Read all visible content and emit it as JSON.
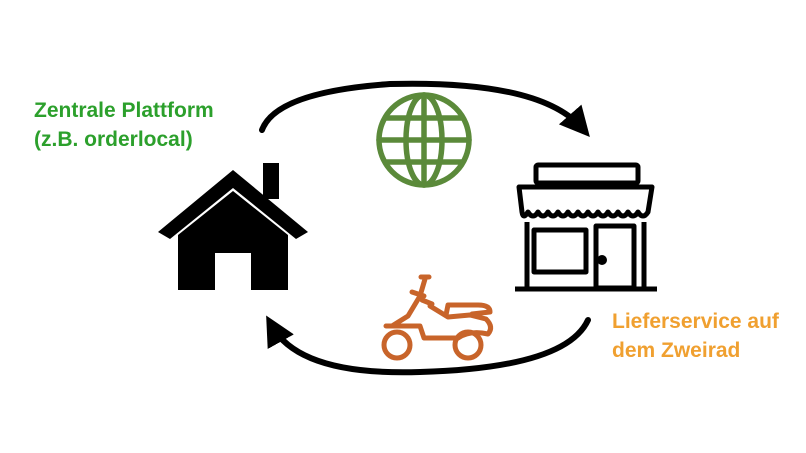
{
  "platform": {
    "line1": "Zentrale Plattform",
    "line2": "(z.B. orderlocal)",
    "color": "#2ca02c"
  },
  "delivery": {
    "line1": "Lieferservice auf",
    "line2": "dem Zweirad",
    "color": "#f0a030"
  },
  "icons": {
    "house": "house-icon",
    "globe": "globe-icon",
    "store": "storefront-icon",
    "scooter": "scooter-icon"
  },
  "colors": {
    "globe": "#5b8a3a",
    "scooter": "#c8642a",
    "arrows": "#000000",
    "icons": "#000000"
  }
}
